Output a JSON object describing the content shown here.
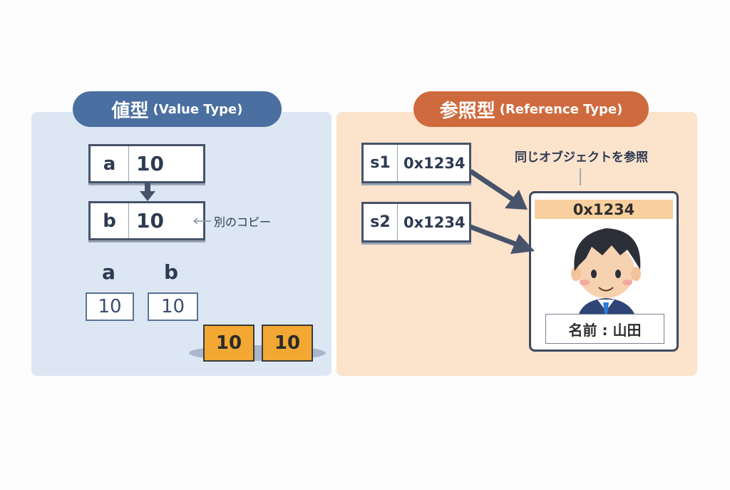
{
  "value_type": {
    "title_jp": "値型",
    "title_en": "(Value Type)",
    "color": "#4a6fa0",
    "panel_color": "#dde7f4",
    "var_a": {
      "name": "a",
      "value": "10"
    },
    "var_b": {
      "name": "b",
      "value": "10"
    },
    "copy_note": "別のコピー",
    "separate_labels": [
      "a",
      "b"
    ],
    "separate_values": [
      "10",
      "10"
    ],
    "cubes": [
      "10",
      "10"
    ]
  },
  "reference_type": {
    "title_jp": "参照型",
    "title_en": "(Reference Type)",
    "color": "#cf6a3e",
    "panel_color": "#fbe3cc",
    "var_s1": {
      "name": "s1",
      "value": "0x1234"
    },
    "var_s2": {
      "name": "s2",
      "value": "0x1234"
    },
    "same_object_note": "同じオブジェクトを参照",
    "object": {
      "address": "0x1234",
      "name_field": "名前 : 山田"
    }
  }
}
